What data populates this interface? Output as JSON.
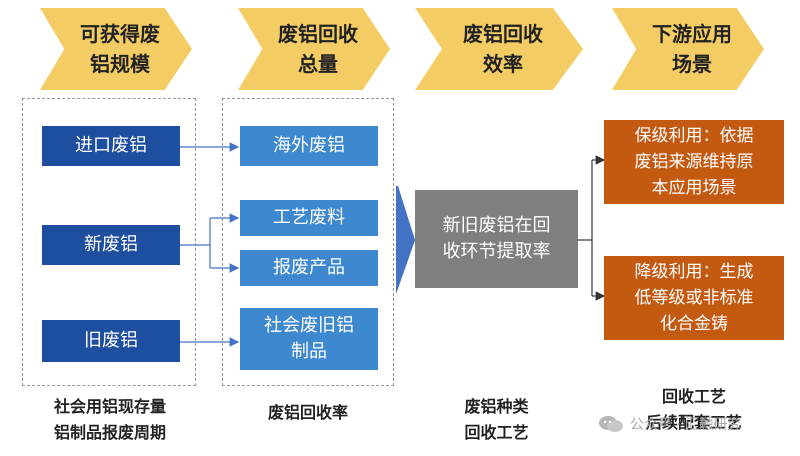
{
  "headers": [
    {
      "label": "可获得废\n铝规模"
    },
    {
      "label": "废铝回收\n总量"
    },
    {
      "label": "废铝回收\n效率"
    },
    {
      "label": "下游应用\n场景"
    }
  ],
  "sources": {
    "import": "进口废铝",
    "new": "新废铝",
    "old": "旧废铝"
  },
  "recycled": {
    "overseas": "海外废铝",
    "process": "工艺废料",
    "scrapped": "报废产品",
    "social": "社会废旧铝\n制品"
  },
  "efficiency": "新旧废铝在回\n收环节提取率",
  "applications": {
    "preserve": "保级利用：依据\n废铝来源维持原\n本应用场景",
    "downgrade": "降级利用：生成\n低等级或非标准\n化合金铸"
  },
  "footers": {
    "col1": "社会用铝现存量\n铝制品报废周期",
    "col2": "废铝回收率",
    "col3": "废铝种类\n回收工艺",
    "col4": "回收工艺\n后续配套工艺"
  },
  "watermark": {
    "text": "公众号 · 汇融研究",
    "icon": "wechat-icon"
  },
  "colors": {
    "chevron": "#f3cc63",
    "dark_blue": "#1e4ea0",
    "light_blue": "#3e88cf",
    "gray": "#7f7f7f",
    "orange": "#c45a11",
    "arrow": "#4472c4"
  }
}
